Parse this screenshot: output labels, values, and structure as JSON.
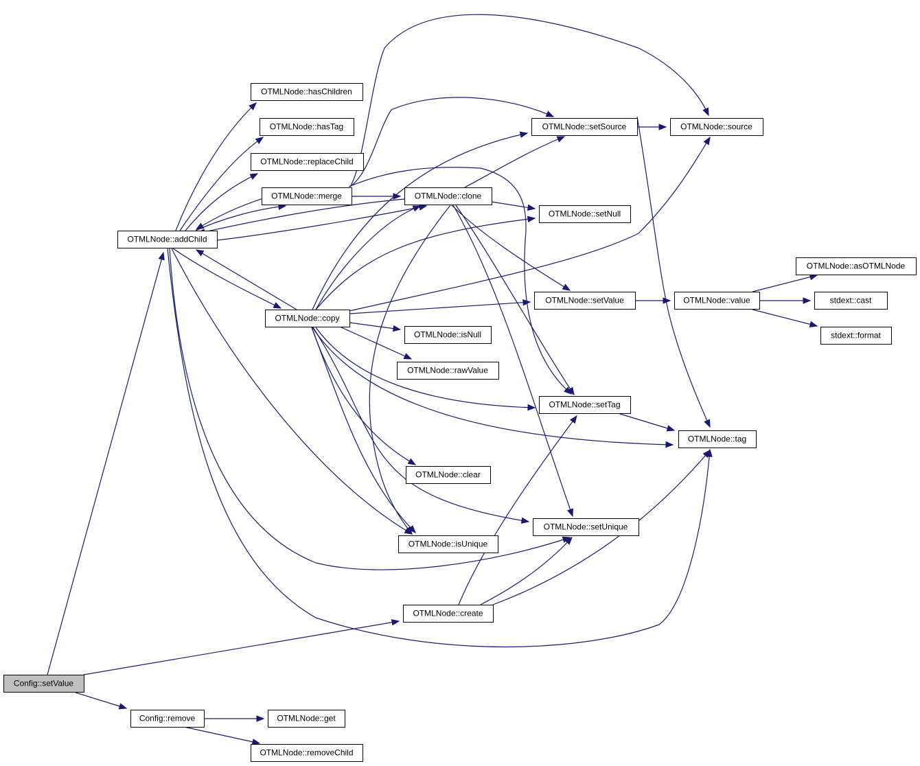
{
  "colors": {
    "edge": "#191970",
    "node_border": "#000000",
    "root_fill": "#bfbfbf",
    "node_fill": "#ffffff"
  },
  "nodes": [
    {
      "id": "setValueCfg",
      "label": "Config::setValue",
      "root": true
    },
    {
      "id": "remove",
      "label": "Config::remove"
    },
    {
      "id": "get",
      "label": "OTMLNode::get"
    },
    {
      "id": "removeChild",
      "label": "OTMLNode::removeChild"
    },
    {
      "id": "addChild",
      "label": "OTMLNode::addChild"
    },
    {
      "id": "create",
      "label": "OTMLNode::create"
    },
    {
      "id": "hasChildren",
      "label": "OTMLNode::hasChildren"
    },
    {
      "id": "hasTag",
      "label": "OTMLNode::hasTag"
    },
    {
      "id": "replaceChild",
      "label": "OTMLNode::replaceChild"
    },
    {
      "id": "merge",
      "label": "OTMLNode::merge"
    },
    {
      "id": "copy",
      "label": "OTMLNode::copy"
    },
    {
      "id": "clone",
      "label": "OTMLNode::clone"
    },
    {
      "id": "isNull",
      "label": "OTMLNode::isNull"
    },
    {
      "id": "rawValue",
      "label": "OTMLNode::rawValue"
    },
    {
      "id": "clear",
      "label": "OTMLNode::clear"
    },
    {
      "id": "isUnique",
      "label": "OTMLNode::isUnique"
    },
    {
      "id": "setSource",
      "label": "OTMLNode::setSource"
    },
    {
      "id": "setNull",
      "label": "OTMLNode::setNull"
    },
    {
      "id": "setValue",
      "label": "OTMLNode::setValue"
    },
    {
      "id": "setTag",
      "label": "OTMLNode::setTag"
    },
    {
      "id": "setUnique",
      "label": "OTMLNode::setUnique"
    },
    {
      "id": "source",
      "label": "OTMLNode::source"
    },
    {
      "id": "value",
      "label": "OTMLNode::value"
    },
    {
      "id": "tag",
      "label": "OTMLNode::tag"
    },
    {
      "id": "asOTMLNode",
      "label": "OTMLNode::asOTMLNode"
    },
    {
      "id": "cast",
      "label": "stdext::cast"
    },
    {
      "id": "format",
      "label": "stdext::format"
    }
  ],
  "edges": [
    [
      "setValueCfg",
      "addChild"
    ],
    [
      "setValueCfg",
      "create"
    ],
    [
      "setValueCfg",
      "remove"
    ],
    [
      "remove",
      "get"
    ],
    [
      "remove",
      "removeChild"
    ],
    [
      "addChild",
      "hasChildren"
    ],
    [
      "addChild",
      "hasTag"
    ],
    [
      "addChild",
      "replaceChild"
    ],
    [
      "addChild",
      "merge"
    ],
    [
      "addChild",
      "clone"
    ],
    [
      "addChild",
      "copy"
    ],
    [
      "addChild",
      "isUnique"
    ],
    [
      "addChild",
      "setUnique"
    ],
    [
      "addChild",
      "tag"
    ],
    [
      "merge",
      "addChild"
    ],
    [
      "merge",
      "clone"
    ],
    [
      "merge",
      "source"
    ],
    [
      "merge",
      "setSource"
    ],
    [
      "merge",
      "setTag"
    ],
    [
      "copy",
      "addChild"
    ],
    [
      "copy",
      "clone"
    ],
    [
      "copy",
      "setSource"
    ],
    [
      "copy",
      "setNull"
    ],
    [
      "copy",
      "setValue"
    ],
    [
      "copy",
      "source"
    ],
    [
      "copy",
      "isNull"
    ],
    [
      "copy",
      "rawValue"
    ],
    [
      "copy",
      "setTag"
    ],
    [
      "copy",
      "tag"
    ],
    [
      "copy",
      "clear"
    ],
    [
      "copy",
      "isUnique"
    ],
    [
      "copy",
      "setUnique"
    ],
    [
      "clone",
      "addChild"
    ],
    [
      "clone",
      "setSource"
    ],
    [
      "clone",
      "setNull"
    ],
    [
      "clone",
      "setValue"
    ],
    [
      "clone",
      "setTag"
    ],
    [
      "clone",
      "setUnique"
    ],
    [
      "clone",
      "isUnique"
    ],
    [
      "setSource",
      "source"
    ],
    [
      "setSource",
      "tag"
    ],
    [
      "setValue",
      "value"
    ],
    [
      "value",
      "asOTMLNode"
    ],
    [
      "value",
      "cast"
    ],
    [
      "value",
      "format"
    ],
    [
      "setTag",
      "tag"
    ],
    [
      "create",
      "setTag"
    ],
    [
      "create",
      "setUnique"
    ],
    [
      "create",
      "tag"
    ]
  ]
}
